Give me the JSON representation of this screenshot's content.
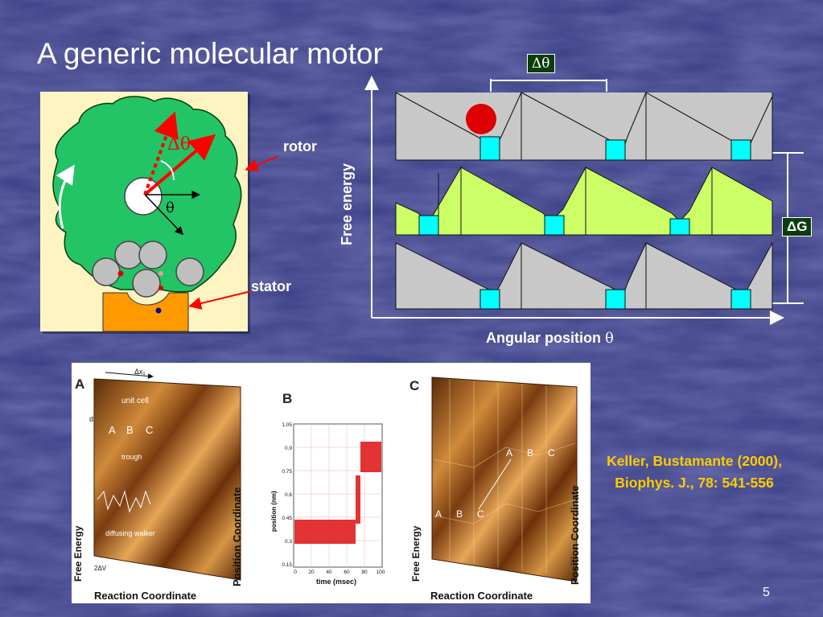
{
  "slide": {
    "title": "A generic molecular motor",
    "page_number": "5",
    "citation": "Keller, Bustamante (2000), Biophys. J., 78: 541-556"
  },
  "motor_diagram": {
    "delta_theta": "Δθ",
    "theta": "θ",
    "rotor_label": "rotor",
    "stator_label": "stator"
  },
  "energy_diagram": {
    "delta_theta_tag": "Δθ",
    "delta_g_tag": "ΔG",
    "y_axis_label": "Free energy",
    "x_axis_label": "Angular position",
    "x_axis_symbol": "θ"
  },
  "figure": {
    "panel_a": {
      "letter": "A",
      "dx_label": "Δx₁",
      "d_label": "d",
      "unit_cell": "unit cell",
      "abc": [
        "A",
        "B",
        "C"
      ],
      "trough": "trough",
      "walker": "diffusing walker",
      "dv_label": "2ΔV",
      "y_label": "Free Energy",
      "x_label": "Reaction Coordinate",
      "z_label": "Position Coordinate"
    },
    "panel_b": {
      "letter": "B",
      "y_label": "position (nm)",
      "x_label": "time (msec)",
      "y_ticks": [
        "1.05",
        "0.9",
        "0.75",
        "0.6",
        "0.45",
        "0.3",
        "0.15"
      ],
      "x_ticks": [
        "0",
        "20",
        "40",
        "60",
        "80",
        "100"
      ]
    },
    "panel_c": {
      "letter": "C",
      "abc_top": [
        "A",
        "B",
        "C"
      ],
      "abc_bottom": [
        "A",
        "B",
        "C"
      ],
      "y_label": "Free Energy",
      "x_label": "Reaction Coordinate",
      "z_label": "Position Coordinate"
    }
  },
  "colors": {
    "background": "#3b3f86",
    "title_text": "#ffffff",
    "citation_text": "#ffcc00",
    "rotor": "#22c466",
    "motor_box": "#fdf4c2",
    "stator": "#ff9900",
    "gray_state": "#c8c8c8",
    "green_state": "#ccff66",
    "cyan_well": "#00ffff",
    "ball": "#dd0000",
    "arrow": "#ff0000"
  }
}
